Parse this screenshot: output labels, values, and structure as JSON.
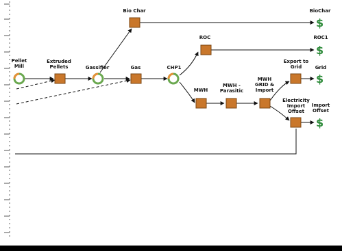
{
  "colors": {
    "box_fill": "#c9772b",
    "box_stroke": "#7a4412",
    "gear_green": "#6aa84f",
    "gear_orange": "#e69138",
    "dollar_green": "#2e8b3a",
    "line": "#111111"
  },
  "labels": {
    "pellet_mill": "Pellet\nMill",
    "extruded_pellets": "Extruded\nPellets",
    "gassifier": "Gassifier",
    "gas": "Gas",
    "bio_char": "Bio Char",
    "chp1": "CHP1",
    "roc": "ROC",
    "mwh": "MWH",
    "mwh_parasitic": "MWH -\nParasitic",
    "mwh_grid_import": "MWH\nGRID &\nImport",
    "export_to_grid": "Export to\nGrid",
    "electricity_import_offset": "Electricity\nImport\nOffset",
    "out_biochar": "BioChar",
    "out_roc1": "ROC1",
    "out_grid": "Grid",
    "out_import_offset": "Import\nOffset"
  },
  "icons": {
    "process": "gear-icon",
    "stock": "box-icon",
    "output": "dollar-icon"
  }
}
